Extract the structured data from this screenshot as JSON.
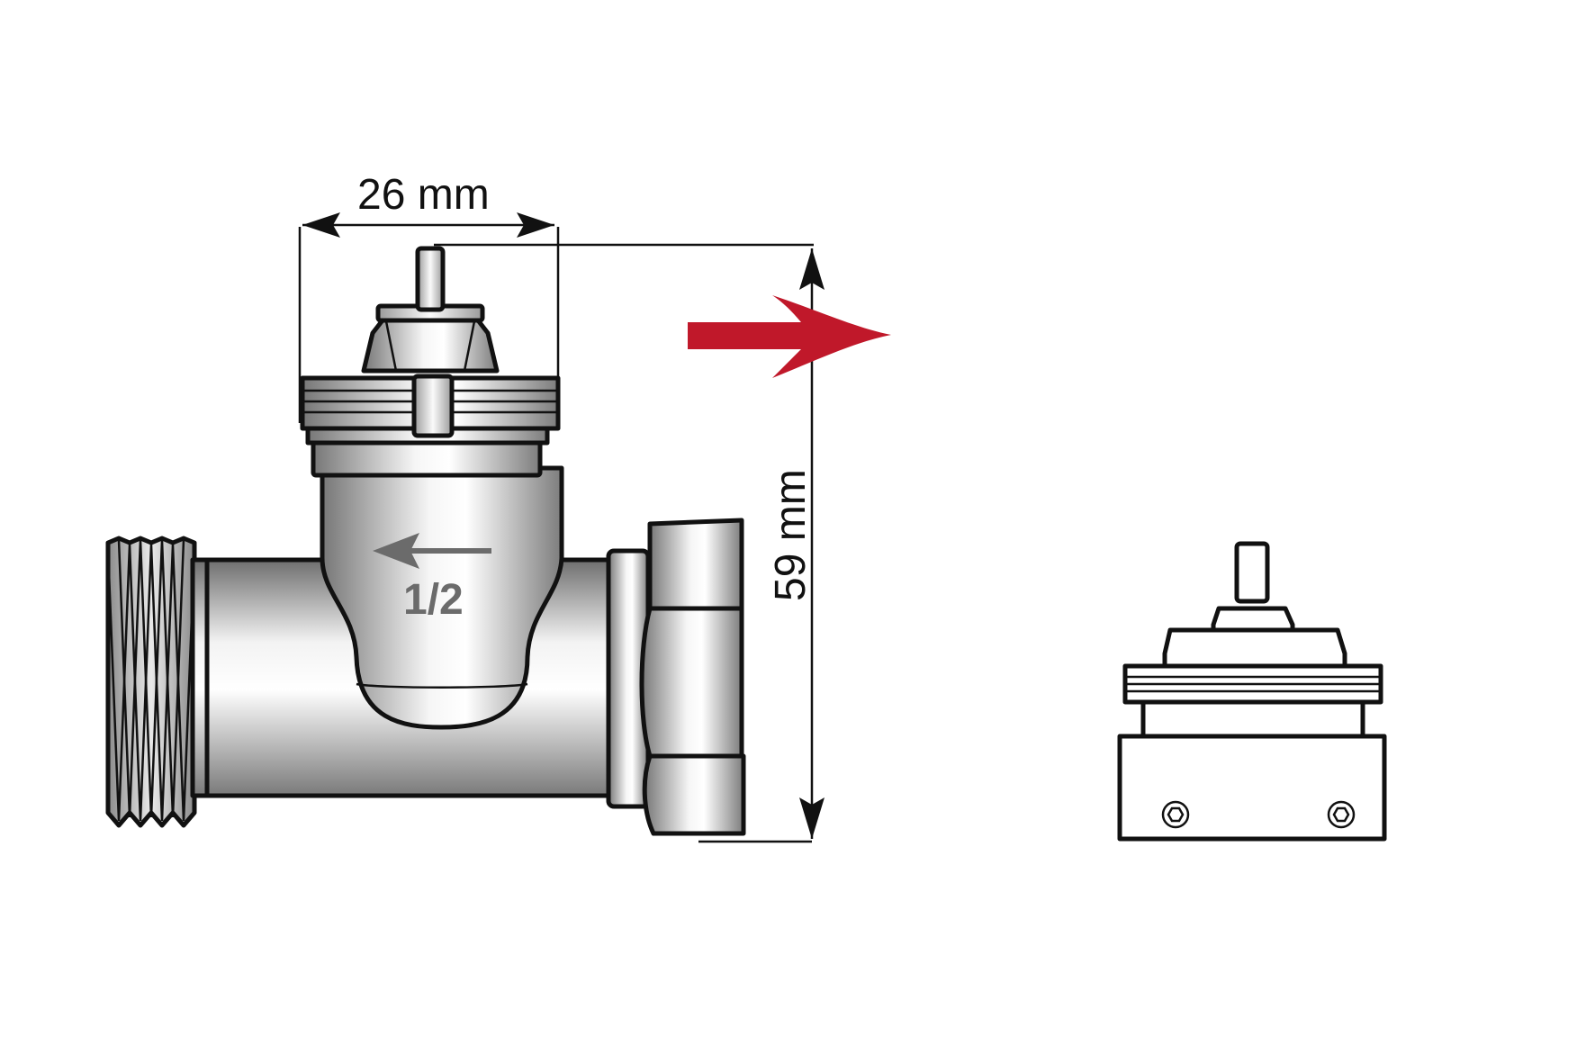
{
  "dimensions": {
    "width_label": "26 mm",
    "height_label": "59 mm"
  },
  "valve": {
    "body_marking": "1/2",
    "flow_arrow_direction": "left"
  },
  "transition_arrow": {
    "direction": "right",
    "color": "#c0182a"
  },
  "colors": {
    "outline": "#111111",
    "metal_light": "#f4f4f4",
    "metal_dark": "#8a8a8a",
    "marking": "#6b6b6b"
  }
}
